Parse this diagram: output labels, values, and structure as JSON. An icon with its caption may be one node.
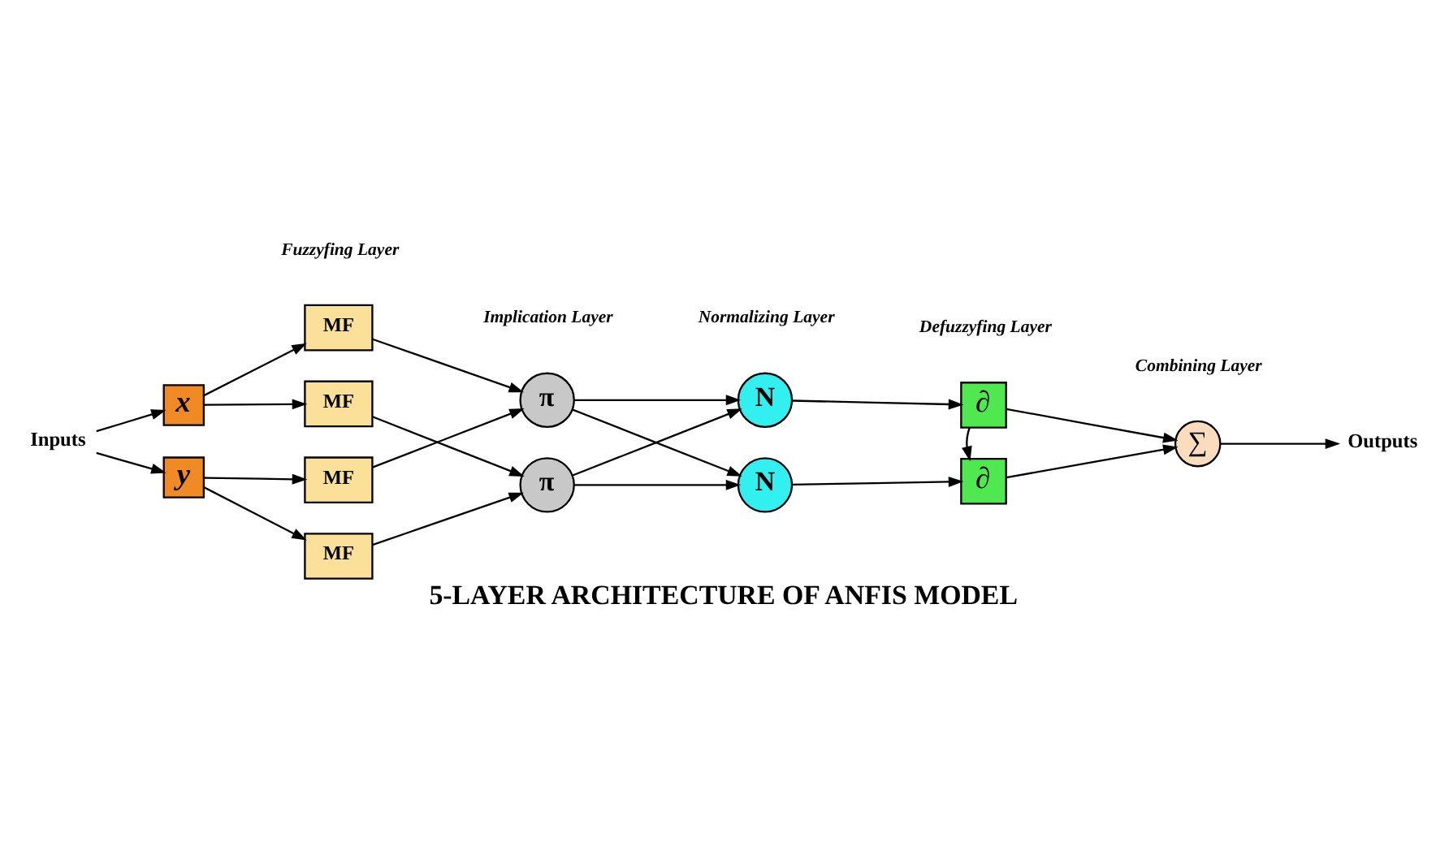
{
  "diagram": {
    "title": "5-LAYER ARCHITECTURE OF ANFIS MODEL",
    "nodes": [
      {
        "text": [
          "x"
        ]
      },
      {
        "text": [
          "Inputs"
        ]
      },
      {
        "text": [
          "y"
        ]
      },
      {
        "text": [
          "MF"
        ]
      },
      {
        "text": [
          "MF"
        ]
      },
      {
        "text": [
          "MF"
        ]
      },
      {
        "text": [
          "MF"
        ]
      },
      {
        "text": [
          "π"
        ]
      },
      {
        "text": [
          "π"
        ]
      },
      {
        "text": [
          "N"
        ]
      },
      {
        "text": [
          "N"
        ]
      },
      {
        "text": [
          "∂"
        ]
      },
      {
        "text": [
          "∂"
        ]
      },
      {
        "text": [
          "∑"
        ]
      },
      {
        "text": [
          "Outputs"
        ]
      }
    ],
    "edges": [
      {
        "from": 1,
        "to": 0,
        "arrow": "to"
      },
      {
        "from": 1,
        "to": 2,
        "arrow": "to"
      },
      {
        "from": 0,
        "to": 3,
        "arrow": "to"
      },
      {
        "from": 0,
        "to": 4,
        "arrow": "to"
      },
      {
        "from": 2,
        "to": 5,
        "arrow": "to"
      },
      {
        "from": 2,
        "to": 6,
        "arrow": "to"
      },
      {
        "from": 3,
        "to": 7,
        "arrow": "to"
      },
      {
        "from": 4,
        "to": 8,
        "arrow": "to"
      },
      {
        "from": 5,
        "to": 7,
        "arrow": "to"
      },
      {
        "from": 6,
        "to": 8,
        "arrow": "to"
      },
      {
        "from": 7,
        "to": 9,
        "arrow": "to"
      },
      {
        "from": 7,
        "to": 10,
        "arrow": "to"
      },
      {
        "from": 8,
        "to": 9,
        "arrow": "to"
      },
      {
        "from": 8,
        "to": 10,
        "arrow": "to"
      },
      {
        "from": 9,
        "to": 11,
        "arrow": "to"
      },
      {
        "from": 10,
        "to": 12,
        "arrow": "to"
      },
      {
        "from": 11,
        "to": 12,
        "arrow": "to"
      },
      {
        "from": 11,
        "to": 13,
        "arrow": "to"
      },
      {
        "from": 12,
        "to": 13,
        "arrow": "to"
      },
      {
        "from": 13,
        "to": 14,
        "arrow": "to"
      }
    ],
    "labels": [
      "Fuzzyfing Layer",
      "Implication Layer",
      "Normalizing Layer",
      "Defuzzyfing Layer",
      "Combining Layer"
    ]
  }
}
